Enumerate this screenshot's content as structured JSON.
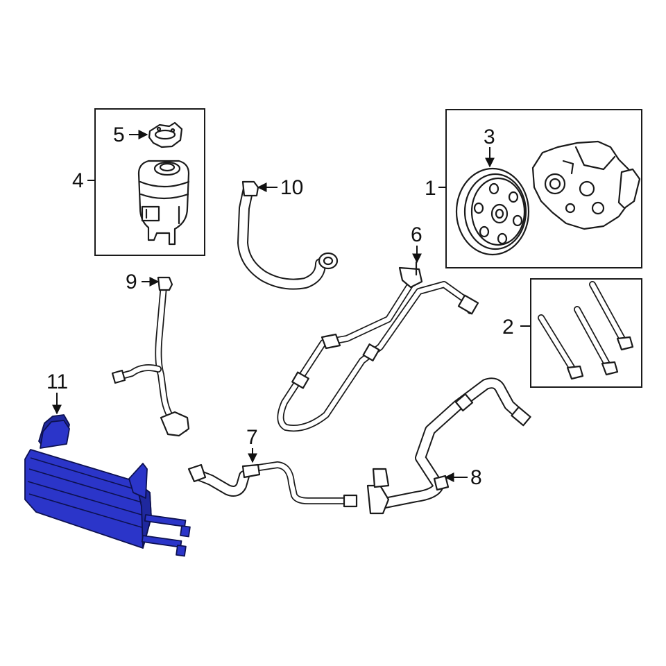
{
  "diagram": {
    "callouts": [
      {
        "id": "1",
        "label": "1"
      },
      {
        "id": "2",
        "label": "2"
      },
      {
        "id": "3",
        "label": "3"
      },
      {
        "id": "4",
        "label": "4"
      },
      {
        "id": "5",
        "label": "5"
      },
      {
        "id": "6",
        "label": "6"
      },
      {
        "id": "7",
        "label": "7"
      },
      {
        "id": "8",
        "label": "8"
      },
      {
        "id": "9",
        "label": "9"
      },
      {
        "id": "10",
        "label": "10"
      },
      {
        "id": "11",
        "label": "11"
      }
    ],
    "highlight_color": "#2b35c9",
    "highlighted_part": "11"
  }
}
